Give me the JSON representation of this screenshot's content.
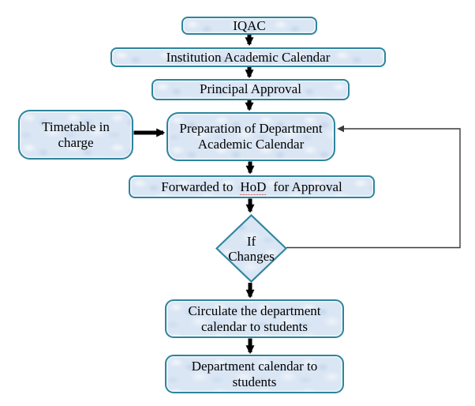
{
  "diagram": {
    "type": "flowchart",
    "nodes": {
      "iqac": {
        "label": "IQAC"
      },
      "institution": {
        "label": "Institution Academic Calendar"
      },
      "principal": {
        "label": "Principal Approval"
      },
      "timetable": {
        "label": "Timetable in charge"
      },
      "preparation": {
        "label": "Preparation of Department Academic Calendar"
      },
      "forwarded": {
        "pre": "Forwarded to",
        "misspelled": "HoD",
        "post": "for Approval"
      },
      "decision": {
        "line1": "If",
        "line2": "Changes"
      },
      "circulate": {
        "label": "Circulate the department calendar to students"
      },
      "department": {
        "label": "Department calendar to students"
      }
    },
    "edges": [
      {
        "from": "iqac",
        "to": "institution",
        "style": "thick-arrow"
      },
      {
        "from": "institution",
        "to": "principal",
        "style": "thick-arrow"
      },
      {
        "from": "principal",
        "to": "preparation",
        "style": "thick-arrow"
      },
      {
        "from": "timetable",
        "to": "preparation",
        "style": "thick-arrow"
      },
      {
        "from": "preparation",
        "to": "forwarded",
        "style": "thick-arrow"
      },
      {
        "from": "forwarded",
        "to": "decision",
        "style": "thick-arrow"
      },
      {
        "from": "decision",
        "to": "preparation",
        "style": "thin-feedback-arrow"
      },
      {
        "from": "decision",
        "to": "circulate",
        "style": "thick-arrow"
      },
      {
        "from": "circulate",
        "to": "department",
        "style": "thick-arrow"
      }
    ],
    "colors": {
      "node_fill": "#dae6f4",
      "node_border": "#2e859c",
      "arrow": "#000000",
      "feedback_line": "#3a3a3a",
      "spellcheck_underline": "#d93025",
      "text": "#000000",
      "background": "#ffffff"
    }
  }
}
